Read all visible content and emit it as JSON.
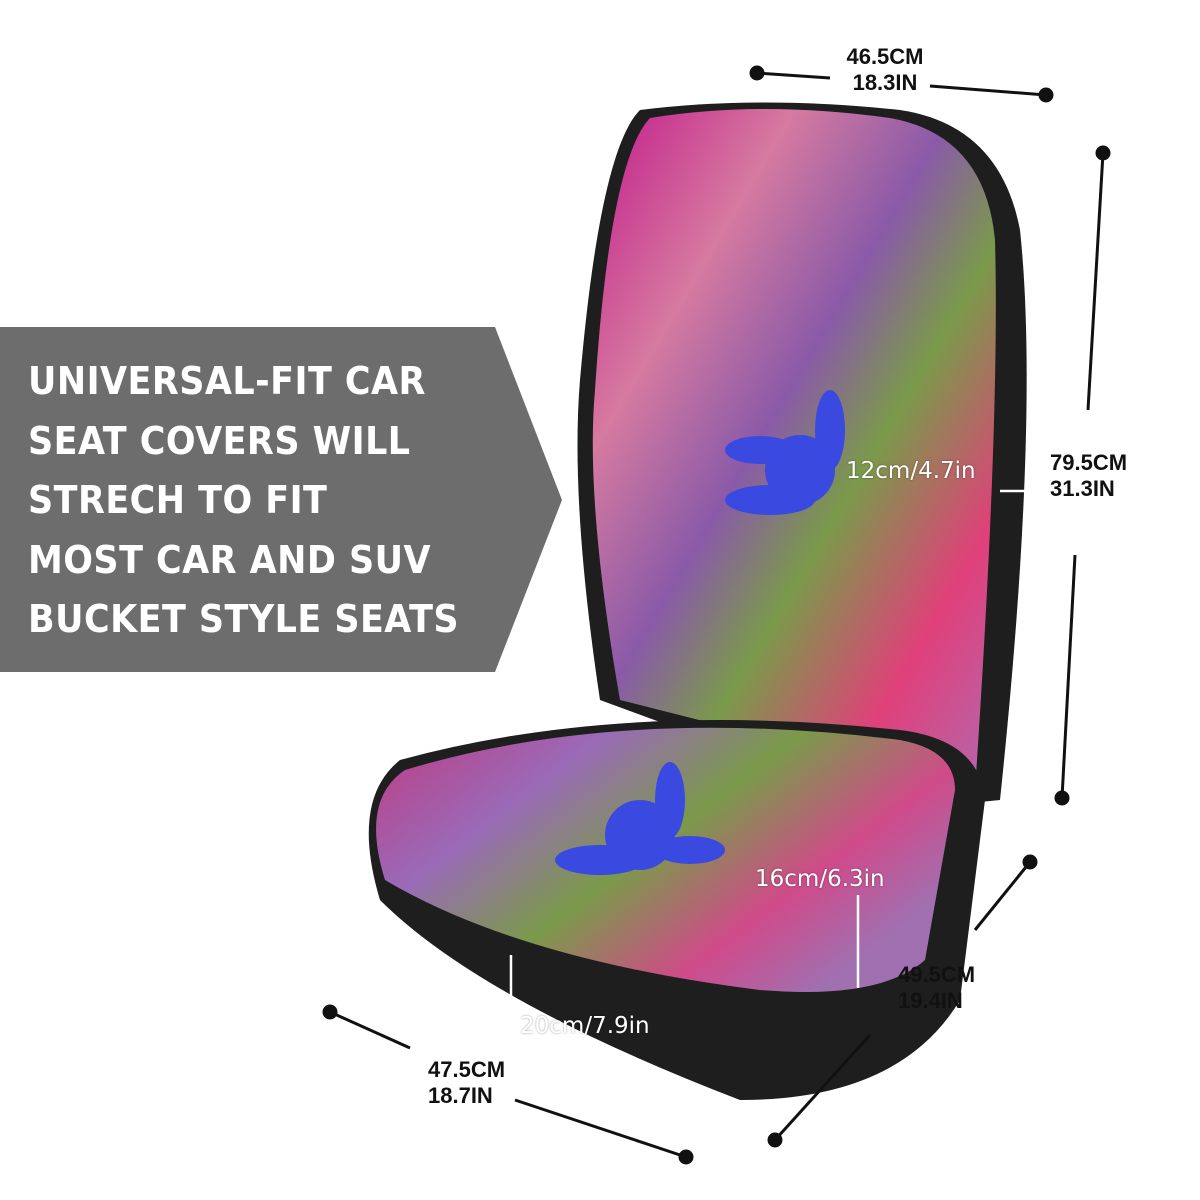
{
  "banner": {
    "lines": [
      "UNIVERSAL-FIT CAR",
      "SEAT COVERS WILL",
      "STRECH TO FIT",
      "MOST CAR AND SUV",
      "BUCKET STYLE SEATS"
    ],
    "color": "#6d6d6d"
  },
  "dimensions": {
    "top_width": {
      "cm": "46.5CM",
      "in": "18.3IN"
    },
    "back_height": {
      "cm": "79.5CM",
      "in": "31.3IN"
    },
    "seat_depth": {
      "cm": "49.5CM",
      "in": "19.4IN"
    },
    "seat_width": {
      "cm": "47.5CM",
      "in": "18.7IN"
    },
    "back_side": "12cm/4.7in",
    "seat_side": "16cm/6.3in",
    "seat_front": "20cm/7.9in"
  },
  "colors": {
    "magenta": "#c21a8a",
    "pink": "#e0407a",
    "purple": "#8a5aa8",
    "green": "#7a9a4a",
    "blue": "#3a4ae0",
    "trim": "#1e1e1e"
  }
}
